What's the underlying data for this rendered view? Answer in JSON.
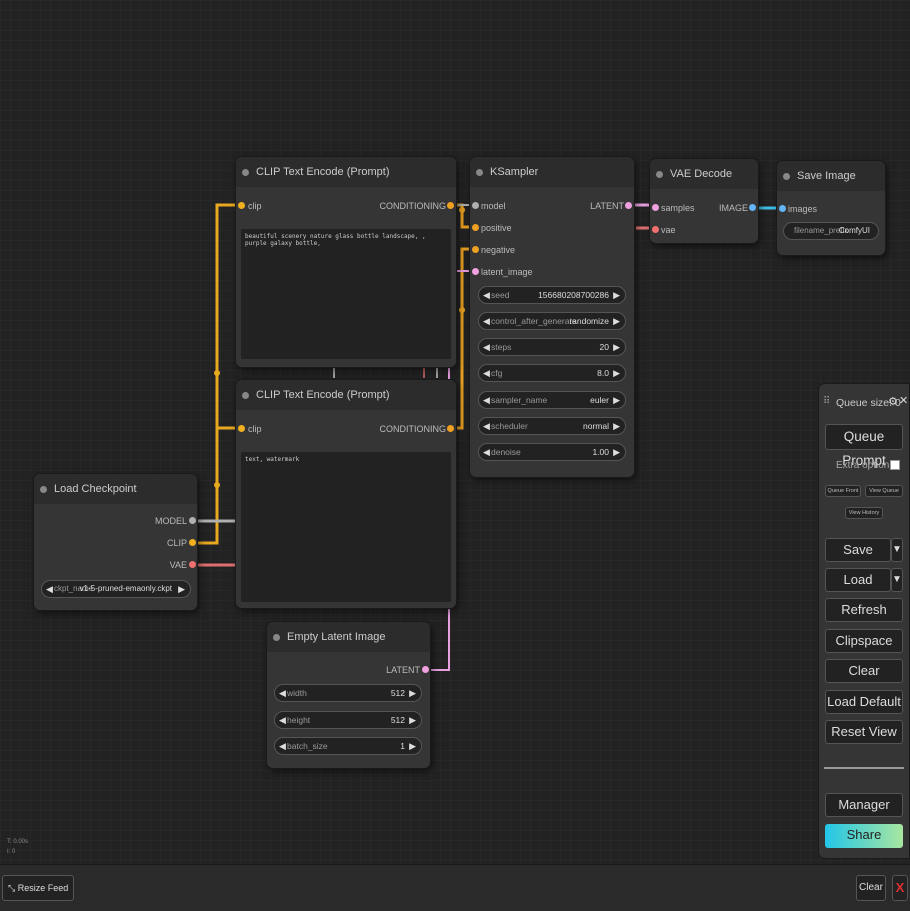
{
  "nodes": {
    "clip_top": {
      "title": "CLIP Text Encode (Prompt)",
      "input": "clip",
      "output": "CONDITIONING",
      "text": "beautiful scenery nature glass bottle landscape, , purple galaxy bottle,"
    },
    "clip_bottom": {
      "title": "CLIP Text Encode (Prompt)",
      "input": "clip",
      "output": "CONDITIONING",
      "text": "text, watermark"
    },
    "ksampler": {
      "title": "KSampler",
      "inputs": [
        "model",
        "positive",
        "negative",
        "latent_image"
      ],
      "output": "LATENT",
      "widgets": [
        {
          "name": "seed",
          "value": "156680208700286"
        },
        {
          "name": "control_after_generate",
          "value": "randomize"
        },
        {
          "name": "steps",
          "value": "20"
        },
        {
          "name": "cfg",
          "value": "8.0"
        },
        {
          "name": "sampler_name",
          "value": "euler"
        },
        {
          "name": "scheduler",
          "value": "normal"
        },
        {
          "name": "denoise",
          "value": "1.00"
        }
      ]
    },
    "vae_decode": {
      "title": "VAE Decode",
      "inputs": [
        "samples",
        "vae"
      ],
      "output": "IMAGE"
    },
    "save_image": {
      "title": "Save Image",
      "input": "images",
      "widget": {
        "name": "filename_prefix",
        "value": "ComfyUI"
      }
    },
    "load_checkpoint": {
      "title": "Load Checkpoint",
      "outputs": [
        "MODEL",
        "CLIP",
        "VAE"
      ],
      "widget": {
        "name": "ckpt_name",
        "value": "v1-5-pruned-emaonly.ckpt"
      }
    },
    "empty_latent": {
      "title": "Empty Latent Image",
      "output": "LATENT",
      "widgets": [
        {
          "name": "width",
          "value": "512"
        },
        {
          "name": "height",
          "value": "512"
        },
        {
          "name": "batch_size",
          "value": "1"
        }
      ]
    }
  },
  "queue_panel": {
    "queue_size_label": "Queue size: 0",
    "queue_prompt": "Queue Prompt",
    "extra_options": "Extra options",
    "queue_front": "Queue Front",
    "view_queue": "View Queue",
    "view_history": "View History",
    "save": "Save",
    "load": "Load",
    "refresh": "Refresh",
    "clipspace": "Clipspace",
    "clear": "Clear",
    "load_default": "Load Default",
    "reset_view": "Reset View",
    "manager": "Manager",
    "share": "Share"
  },
  "stats": {
    "line1": "T: 0.00s",
    "line2": "I: 0"
  },
  "bottom_bar": {
    "resize_feed": "Resize Feed",
    "clear": "Clear",
    "close": "X"
  },
  "colors": {
    "clip": "#f0b020",
    "conditioning": "#f0a020",
    "model": "#b0b0b0",
    "vae": "#f07070",
    "latent": "#f0a0e0",
    "image": "#64b5f6",
    "share_start": "#22c6e8",
    "share_end": "#a8e6a0"
  }
}
